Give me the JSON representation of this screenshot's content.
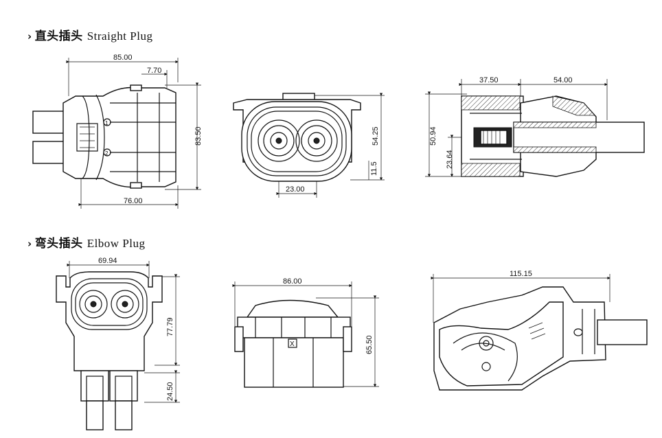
{
  "sections": [
    {
      "arrow": "›",
      "cn": "直头插头",
      "en": "Straight Plug"
    },
    {
      "arrow": "›",
      "cn": "弯头插头",
      "en": "Elbow Plug"
    }
  ],
  "straight": {
    "side": {
      "width_top": "85.00",
      "offset": "7.70",
      "height": "83.50",
      "width_bottom": "76.00",
      "pin1": "1",
      "pin2": "2"
    },
    "front": {
      "height": "54.25",
      "sub": "11.5",
      "pitch": "23.00"
    },
    "section": {
      "a": "37.50",
      "b": "54.00",
      "h1": "50.94",
      "h2": "23.64"
    }
  },
  "elbow": {
    "front": {
      "width": "69.94",
      "height": "77.79",
      "sub": "24.50"
    },
    "side": {
      "width": "86.00",
      "height": "65.50",
      "mark": "X"
    },
    "profile": {
      "width": "115.15"
    }
  }
}
